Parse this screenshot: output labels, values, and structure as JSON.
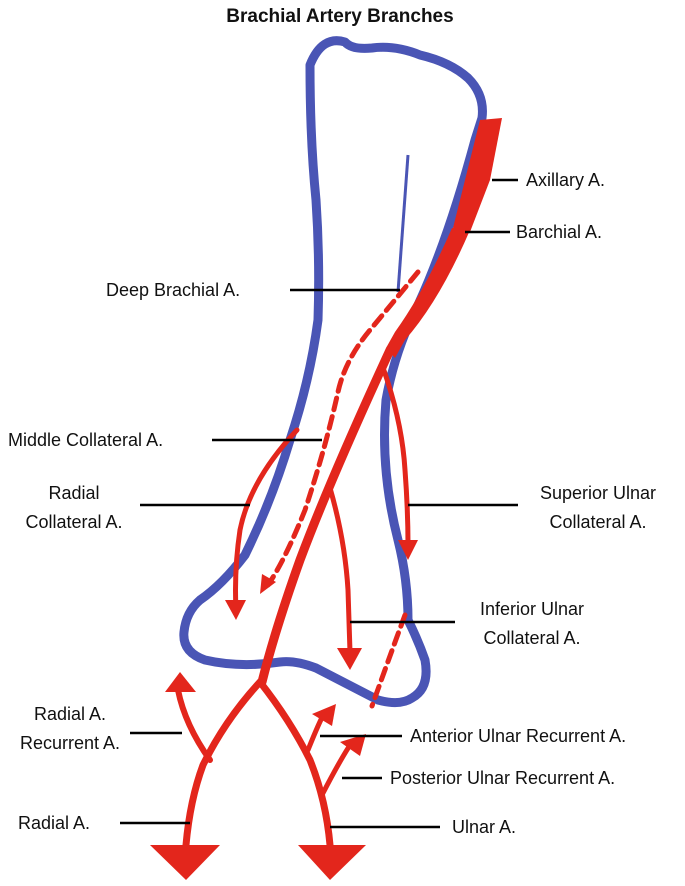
{
  "title": "Brachial Artery Branches",
  "colors": {
    "bone": "#4a55b5",
    "artery": "#e3261c",
    "leader": "#000000",
    "text": "#111111"
  },
  "labels": {
    "axillary": "Axillary A.",
    "brachial": "Barchial A.",
    "deep_brachial": "Deep Brachial A.",
    "middle_collateral": "Middle Collateral A.",
    "radial_collateral_1": "Radial",
    "radial_collateral_2": "Collateral A.",
    "superior_ulnar_1": "Superior Ulnar",
    "superior_ulnar_2": "Collateral A.",
    "inferior_ulnar_1": "Inferior Ulnar",
    "inferior_ulnar_2": "Collateral A.",
    "radial_recurrent_1": "Radial A.",
    "radial_recurrent_2": "Recurrent A.",
    "anterior_ulnar_recurrent": "Anterior Ulnar Recurrent A.",
    "posterior_ulnar_recurrent": "Posterior Ulnar Recurrent A.",
    "radial": "Radial A.",
    "ulnar": "Ulnar A."
  }
}
